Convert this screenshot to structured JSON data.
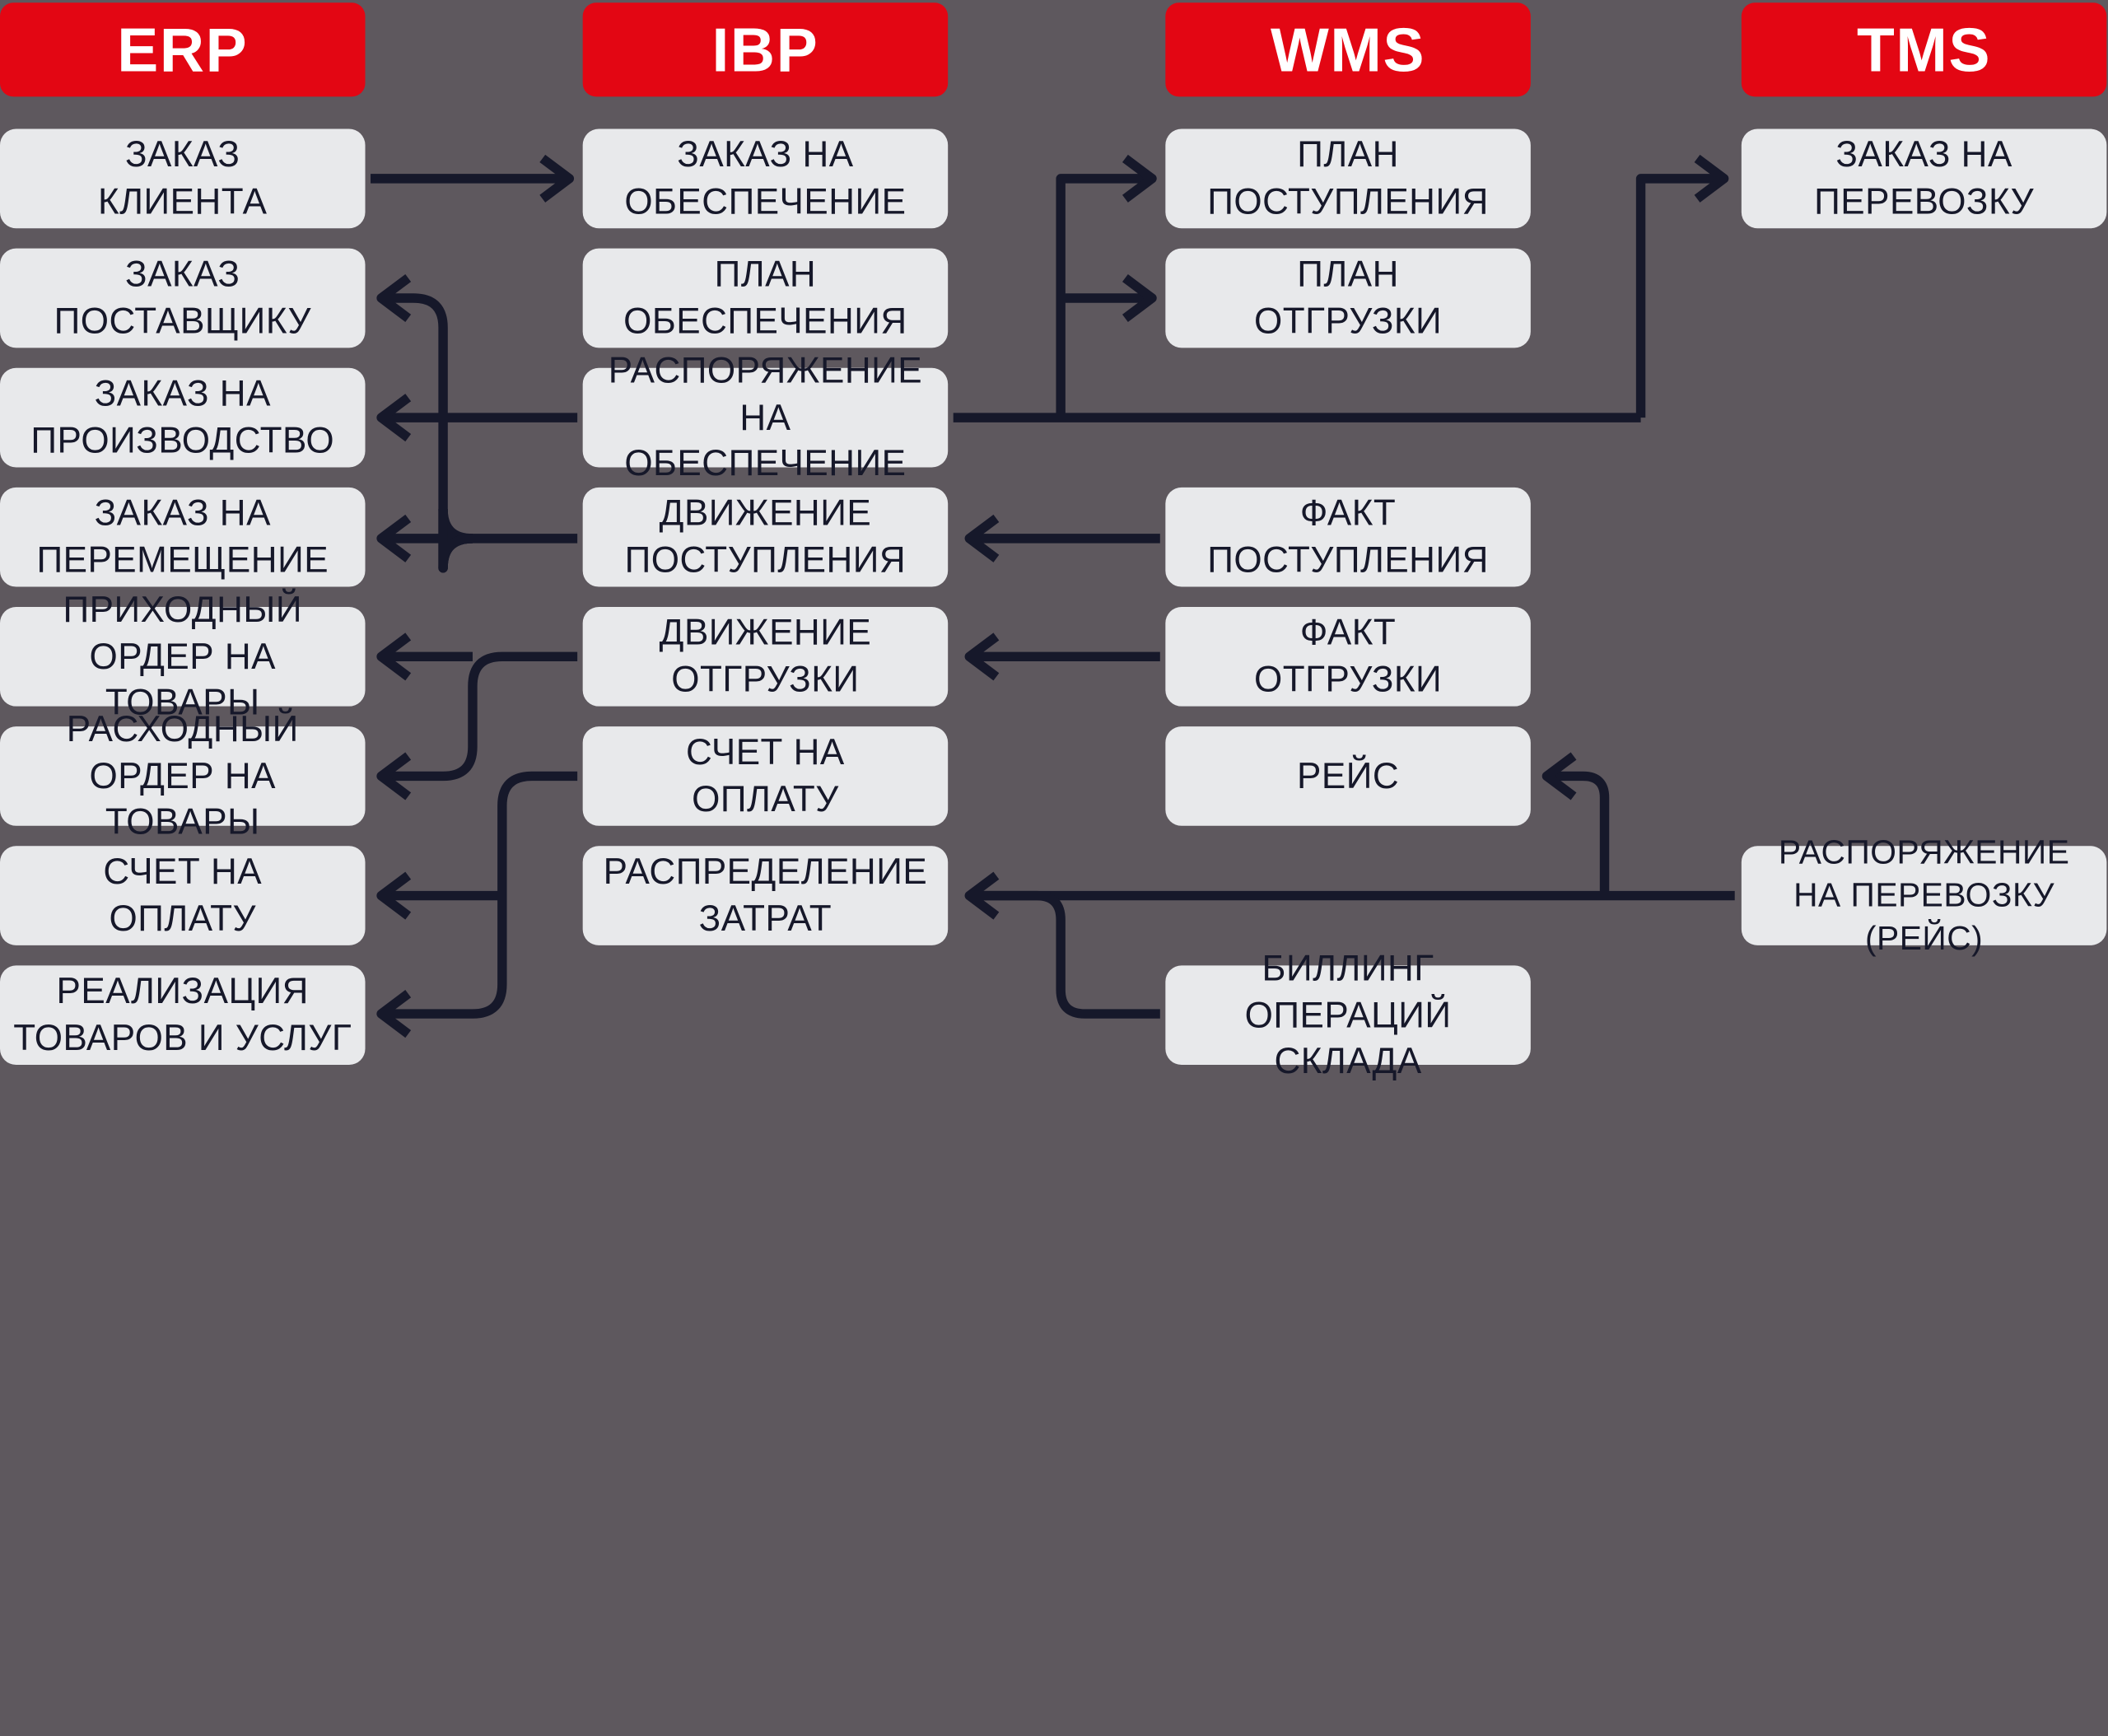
{
  "diagram": {
    "title": "ERP / IBP / WMS / TMS document flow",
    "background_color": "#5e585e",
    "header_color": "#e30613",
    "node_color": "#e8e9eb",
    "arrow_color": "#16182a"
  },
  "columns": [
    {
      "id": "erp",
      "header": "ERP",
      "nodes": [
        {
          "id": "erp-1",
          "label": "ЗАКАЗ\nКЛИЕНТА"
        },
        {
          "id": "erp-2",
          "label": "ЗАКАЗ\nПОСТАВЩИКУ"
        },
        {
          "id": "erp-3",
          "label": "ЗАКАЗ НА\nПРОИЗВОДСТВО"
        },
        {
          "id": "erp-4",
          "label": "ЗАКАЗ НА\nПЕРЕМЕЩЕНИЕ"
        },
        {
          "id": "erp-5",
          "label": "ПРИХОДНЫЙ\nОРДЕР НА ТОВАРЫ"
        },
        {
          "id": "erp-6",
          "label": "РАСХОДНЫЙ\nОРДЕР НА ТОВАРЫ"
        },
        {
          "id": "erp-7",
          "label": "СЧЕТ НА\nОПЛАТУ"
        },
        {
          "id": "erp-8",
          "label": "РЕАЛИЗАЦИЯ\nТОВАРОВ И УСЛУГ"
        }
      ]
    },
    {
      "id": "ibp",
      "header": "IBP",
      "nodes": [
        {
          "id": "ibp-1",
          "label": "ЗАКАЗ НА\nОБЕСПЕЧЕНИЕ"
        },
        {
          "id": "ibp-2",
          "label": "ПЛАН\nОБЕСПЕЧЕНИЯ"
        },
        {
          "id": "ibp-3",
          "label": "РАСПОРЯЖЕНИЕ\nНА ОБЕСПЕЧЕНИЕ"
        },
        {
          "id": "ibp-4",
          "label": "ДВИЖЕНИЕ\nПОСТУПЛЕНИЯ"
        },
        {
          "id": "ibp-5",
          "label": "ДВИЖЕНИЕ\nОТГРУЗКИ"
        },
        {
          "id": "ibp-6",
          "label": "СЧЕТ НА\nОПЛАТУ"
        },
        {
          "id": "ibp-7",
          "label": "РАСПРЕДЕЛЕНИЕ\nЗАТРАТ"
        }
      ]
    },
    {
      "id": "wms",
      "header": "WMS",
      "nodes": [
        {
          "id": "wms-1",
          "label": "ПЛАН\nПОСТУПЛЕНИЯ"
        },
        {
          "id": "wms-2",
          "label": "ПЛАН\nОТГРУЗКИ"
        },
        {
          "id": "wms-3",
          "label": "ФАКТ\nПОСТУПЛЕНИЯ"
        },
        {
          "id": "wms-4",
          "label": "ФАКТ\nОТГРУЗКИ"
        },
        {
          "id": "wms-5",
          "label": "РЕЙС"
        },
        {
          "id": "wms-6",
          "label": "БИЛЛИНГ\nОПЕРАЦИЙ СКЛАДА"
        }
      ]
    },
    {
      "id": "tms",
      "header": "TMS",
      "nodes": [
        {
          "id": "tms-1",
          "label": "ЗАКАЗ НА\nПЕРЕВОЗКУ"
        },
        {
          "id": "tms-2",
          "label": "РАСПОРЯЖЕНИЕ\nНА ПЕРЕВОЗКУ (РЕЙС)"
        }
      ]
    }
  ],
  "connections": [
    {
      "from": "erp-1",
      "to": "ibp-1"
    },
    {
      "from": "ibp-3",
      "to": "wms-1"
    },
    {
      "from": "ibp-3",
      "to": "wms-2"
    },
    {
      "from": "ibp-3",
      "to": "tms-1"
    },
    {
      "from": "ibp-3",
      "to": "erp-3"
    },
    {
      "from": "ibp-4",
      "to": "erp-2"
    },
    {
      "from": "ibp-4",
      "to": "erp-4"
    },
    {
      "from": "wms-3",
      "to": "ibp-4"
    },
    {
      "from": "wms-4",
      "to": "ibp-5"
    },
    {
      "from": "ibp-5",
      "to": "erp-5"
    },
    {
      "from": "ibp-5",
      "to": "erp-6"
    },
    {
      "from": "ibp-6",
      "to": "erp-7"
    },
    {
      "from": "ibp-6",
      "to": "erp-8"
    },
    {
      "from": "tms-2",
      "to": "wms-5"
    },
    {
      "from": "tms-2",
      "to": "ibp-7"
    },
    {
      "from": "wms-6",
      "to": "ibp-7"
    }
  ]
}
